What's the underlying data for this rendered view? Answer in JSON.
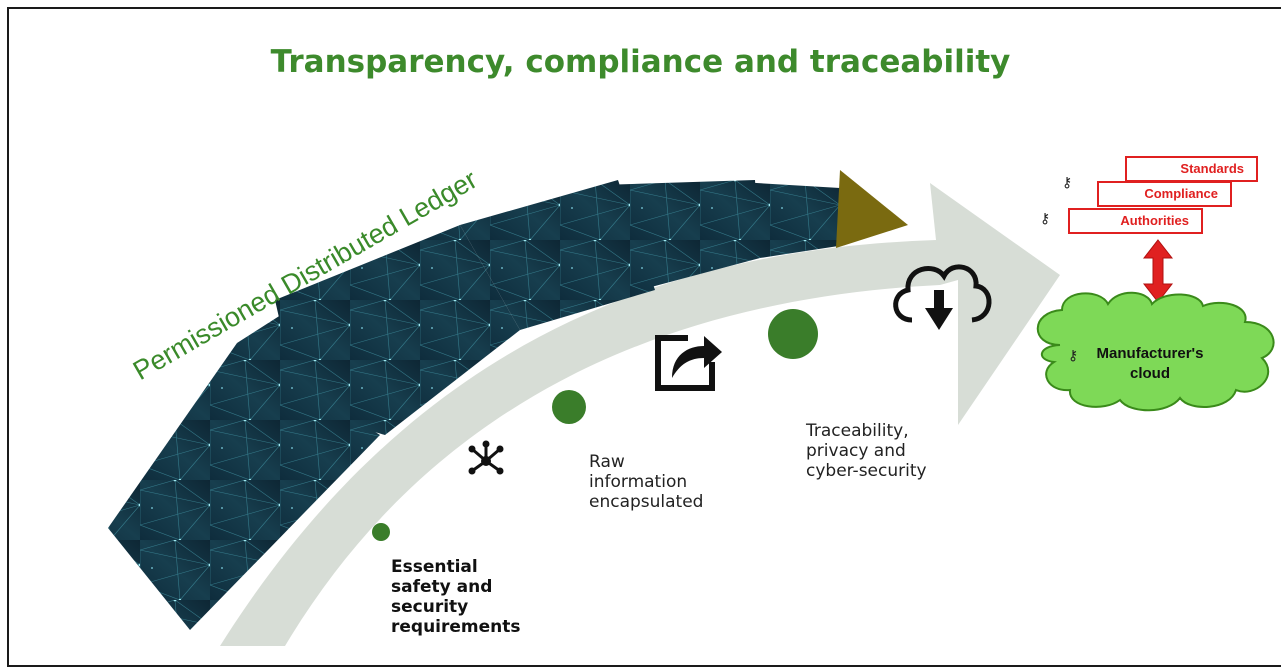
{
  "title": "Transparency, compliance and traceability",
  "ledger": {
    "label": "Permissioned Distributed Ledger"
  },
  "stages": [
    {
      "label_lines": [
        "Essential",
        "safety and",
        "security",
        "requirements"
      ],
      "bold": true,
      "icon": "network-node-icon"
    },
    {
      "label_lines": [
        "Raw",
        "information",
        "encapsulated"
      ],
      "bold": false,
      "icon": "share-export-icon"
    },
    {
      "label_lines": [
        "Traceability,",
        "privacy and",
        "cyber-security"
      ],
      "bold": false,
      "icon": "cloud-download-icon"
    }
  ],
  "regulators": {
    "boxes": [
      "Standards",
      "Compliance",
      "Authorities"
    ],
    "key_icon": "key-icon"
  },
  "cloud": {
    "label_line1": "Manufacturer's",
    "label_line2": "cloud"
  },
  "colors": {
    "title_green": "#3d8a2c",
    "dot_green": "#3a7d2a",
    "arrow_grey": "#d6dcd6",
    "ledger_dark": "#102a3a",
    "ledger_triangle": "#7a6a10",
    "regulator_red": "#e02020",
    "cloud_green": "#7ed957"
  }
}
